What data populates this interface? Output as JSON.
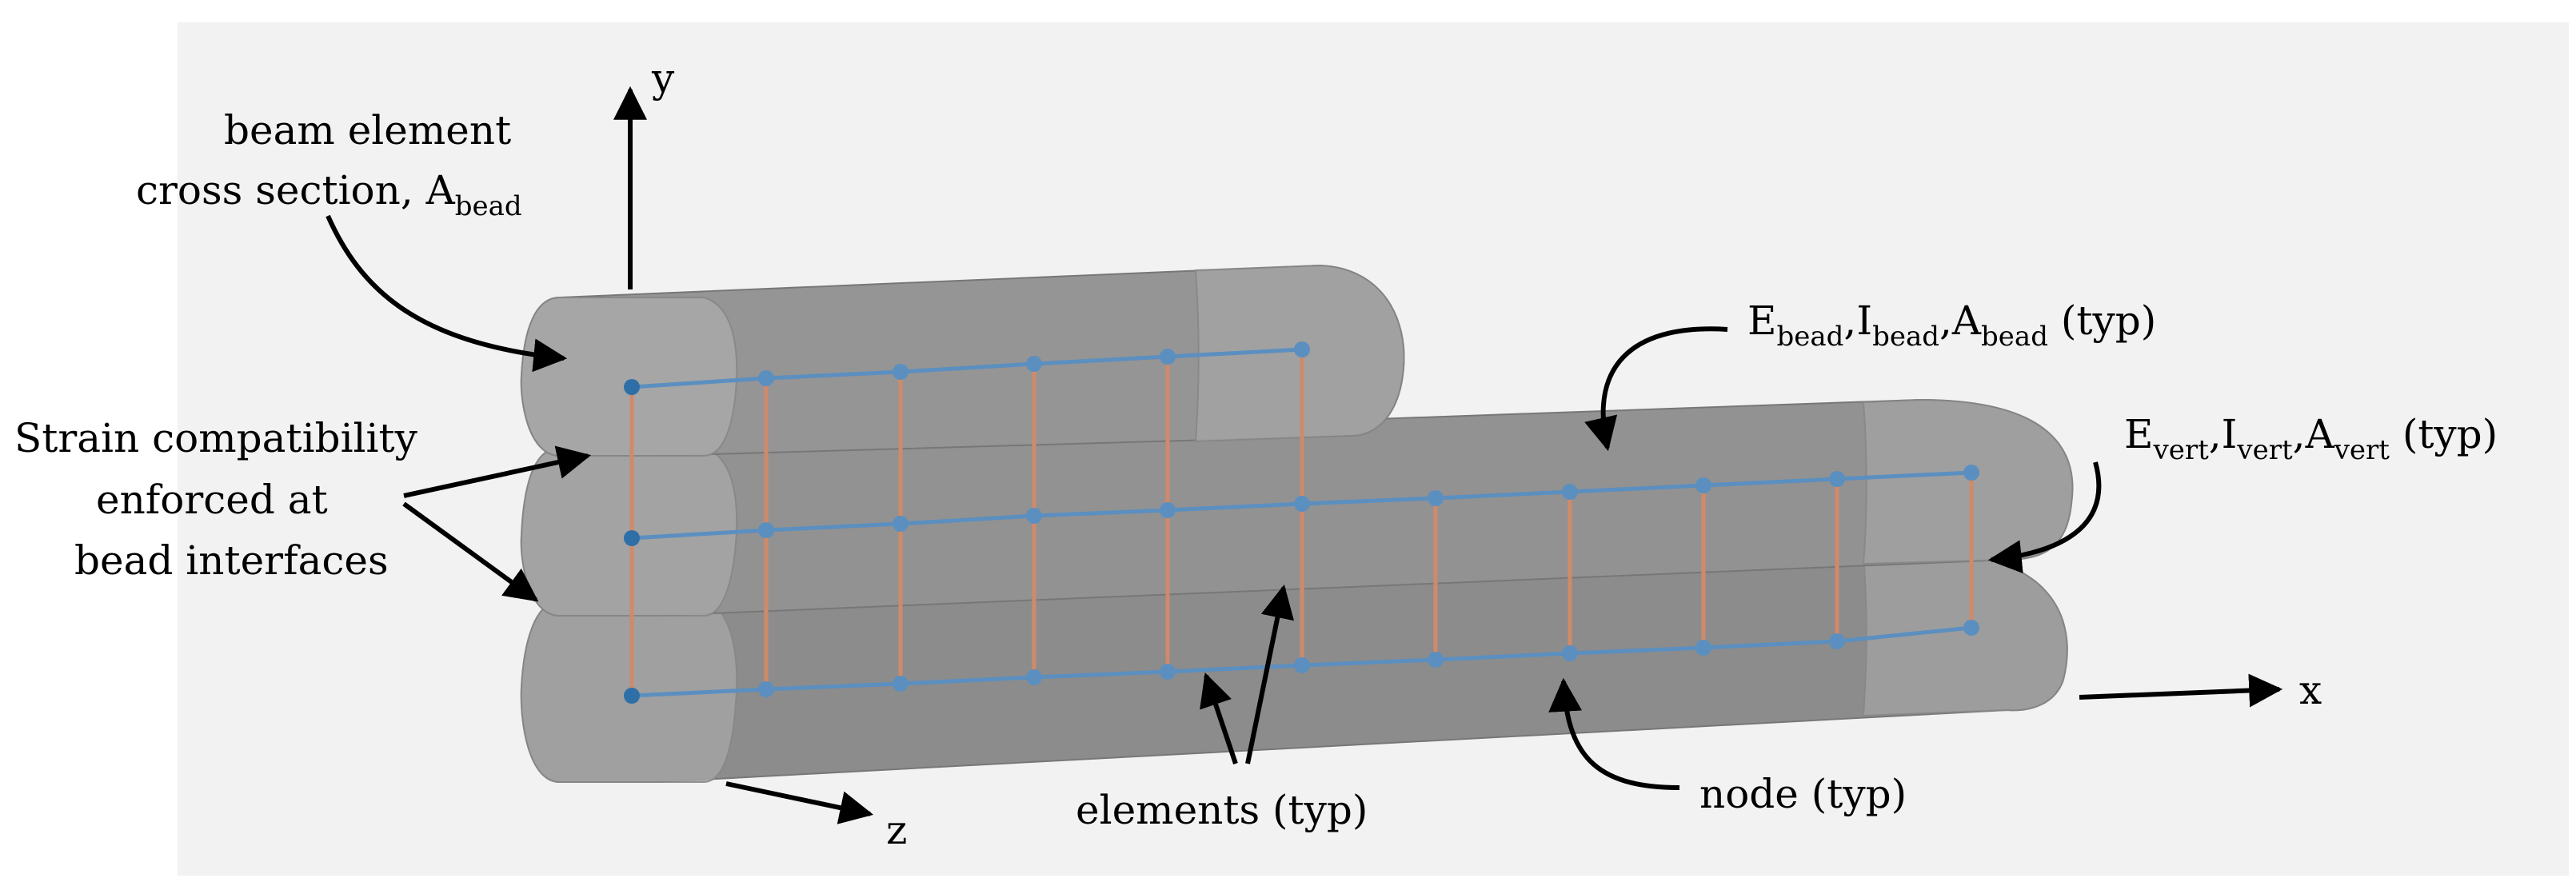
{
  "axes": {
    "x": "x",
    "y": "y",
    "z": "z"
  },
  "labels": {
    "cross_section_line1": "beam element",
    "cross_section_line2": "cross section, A",
    "cross_section_sub": "bead",
    "strain_line1": "Strain compatibility",
    "strain_line2": "enforced at",
    "strain_line3": "bead interfaces",
    "bead_props": {
      "E": "E",
      "E_sub": "bead",
      "I": "I",
      "I_sub": "bead",
      "A": "A",
      "A_sub": "bead",
      "sep": ",",
      "suffix": " (typ)"
    },
    "vert_props": {
      "E": "E",
      "E_sub": "vert",
      "I": "I",
      "I_sub": "vert",
      "A": "A",
      "A_sub": "vert",
      "sep": ",",
      "suffix": " (typ)"
    },
    "elements": "elements (typ)",
    "node": "node (typ)"
  },
  "colors": {
    "background_panel": "#f2f2f2",
    "bead_fill": "#8e8e8e",
    "bead_edge": "#6e6e6e",
    "beam_element": "#5b8fc0",
    "vertical_element": "#d08a6a",
    "node": "#5b8fc0",
    "arrow": "#000000"
  }
}
